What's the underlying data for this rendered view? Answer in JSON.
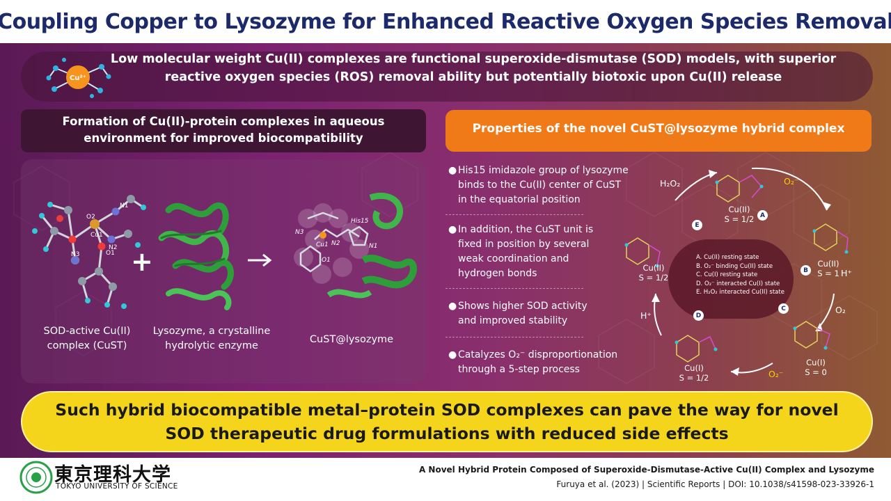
{
  "title": "Coupling Copper to Lysozyme for Enhanced Reactive Oxygen Species Removal",
  "intro": {
    "line1": "Low molecular weight Cu(II) complexes are functional superoxide-dismutase (SOD) models, with superior",
    "line2": "reactive oxygen species (ROS) removal ability but potentially biotoxic upon Cu(II) release",
    "icon_label": "Cu²⁺"
  },
  "left_section": {
    "heading_line1": "Formation of Cu(II)-protein complexes in aqueous",
    "heading_line2": "environment for improved biocompatibility",
    "captions": [
      {
        "line1": "SOD-active Cu(II)",
        "line2": "complex (CuST)"
      },
      {
        "line1": "Lysozyme, a crystalline",
        "line2": "hydrolytic enzyme"
      },
      {
        "line1": "CuST@lysozyme",
        "line2": ""
      }
    ],
    "plus": "+",
    "complex_labels": {
      "o2": "O2",
      "cu1": "Cu1",
      "n1": "N1",
      "n2": "N2",
      "n3": "N3",
      "o1": "O1"
    },
    "hybrid_labels": {
      "n3": "N3",
      "cu1": "Cu1",
      "n2": "N2",
      "o1": "O1",
      "n1": "N1",
      "his15": "His15"
    }
  },
  "right_section": {
    "heading": "Properties of the novel CuST@lysozyme hybrid complex",
    "bullets": [
      {
        "lines": [
          "His15 imidazole group of lysozyme",
          "binds to the Cu(II) center of  CuST",
          "in the equatorial position"
        ]
      },
      {
        "lines": [
          "In addition, the CuST unit is",
          "fixed in position by several",
          "weak coordination and",
          "hydrogen bonds"
        ]
      },
      {
        "lines": [
          "Shows higher SOD activity",
          "and improved stability"
        ]
      },
      {
        "lines": [
          "Catalyzes O₂⁻ disproportionation",
          "through a 5-step process"
        ]
      }
    ],
    "cycle": {
      "states": [
        {
          "id": "A",
          "l1": "Cu(II)",
          "l2": "S = 1/2"
        },
        {
          "id": "B",
          "l1": "Cu(II)",
          "l2": "S = 1"
        },
        {
          "id": "C",
          "l1": "Cu(I)",
          "l2": "S = 0"
        },
        {
          "id": "D",
          "l1": "Cu(I)",
          "l2": "S = 1/2"
        },
        {
          "id": "E",
          "l1": "Cu(II)",
          "l2": "S = 1/2"
        }
      ],
      "legend": [
        "A. Cu(II) resting state",
        "B. O₂⁻ binding Cu(II) state",
        "C. Cu(I) resting state",
        "D. O₂⁻ interacted Cu(I) state",
        "E. H₂O₂ interacted Cu(II) state"
      ],
      "species": {
        "h2o2": "H₂O₂",
        "o2_minus_top": "O₂⁻",
        "h_plus_right": "H⁺",
        "o2": "O₂",
        "o2_minus_bottom": "O₂⁻",
        "h_plus_left": "H⁺"
      }
    }
  },
  "banner": {
    "line1": "Such hybrid biocompatible metal–protein SOD complexes can pave the way for novel",
    "line2": "SOD therapeutic drug formulations with reduced side effects"
  },
  "footer": {
    "logo_jp": "東京理科大学",
    "logo_en": "TOKYO UNIVERSITY OF SCIENCE",
    "paper_title": "A Novel Hybrid Protein Composed of Superoxide-Dismutase-Active Cu(II) Complex and Lysozyme",
    "citation": "Furuya et al. (2023) | Scientific Reports | DOI: 10.1038/s41598-023-33926-1"
  },
  "colors": {
    "title_navy": "#1c2a6b",
    "accent_orange": "#f07a18",
    "banner_yellow": "#f5d51b",
    "background_purple": "#7b2270",
    "background_brown": "#8f5a33"
  }
}
